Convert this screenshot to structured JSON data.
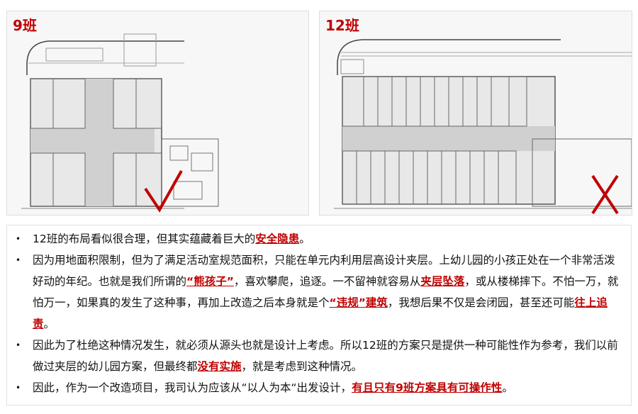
{
  "plans": {
    "left": {
      "label": "9班",
      "mark": "check-mark",
      "mark_color": "#c00000"
    },
    "right": {
      "label": "12班",
      "mark": "cross-mark",
      "mark_color": "#c00000"
    }
  },
  "bullets": [
    {
      "parts": [
        {
          "t": "12班的布局看似很合理，但其实蕴藏着巨大的"
        },
        {
          "t": "安全隐患",
          "hl": true
        },
        {
          "t": "。"
        }
      ]
    },
    {
      "parts": [
        {
          "t": "因为用地面积限制，但为了满足活动室规范面积，只能在单元内利用层高设计夹层。上幼儿园的小孩正处在一个非常活泼好动的年纪。也就是我们所谓的"
        },
        {
          "t": "“熊孩子”",
          "hl": true
        },
        {
          "t": "，喜欢攀爬，追逐。一不留神就容易从"
        },
        {
          "t": "夹层坠落",
          "hl": true
        },
        {
          "t": "，或从楼梯摔下。不怕一万，就怕万一，如果真的发生了这种事，再加上改造之后本身就是个"
        },
        {
          "t": "“违规”建筑",
          "hl": true
        },
        {
          "t": "，我想后果不仅是会闭园，甚至还可能"
        },
        {
          "t": "往上追责",
          "hl": true
        },
        {
          "t": "。"
        }
      ]
    },
    {
      "parts": [
        {
          "t": "因此为了杜绝这种情况发生，就必须从源头也就是设计上考虑。所以12班的方案只是提供一种可能性作为参考，我们以前做过夹层的幼儿园方案，但最终都"
        },
        {
          "t": "没有实施",
          "hl": true
        },
        {
          "t": "，就是考虑到这种情况。"
        }
      ]
    },
    {
      "parts": [
        {
          "t": "因此，作为一个改造项目，我司认为应该从“以人为本“出发设计，"
        },
        {
          "t": "有且只有9班方案具有可操作性",
          "hl": true
        },
        {
          "t": "。"
        }
      ]
    }
  ]
}
